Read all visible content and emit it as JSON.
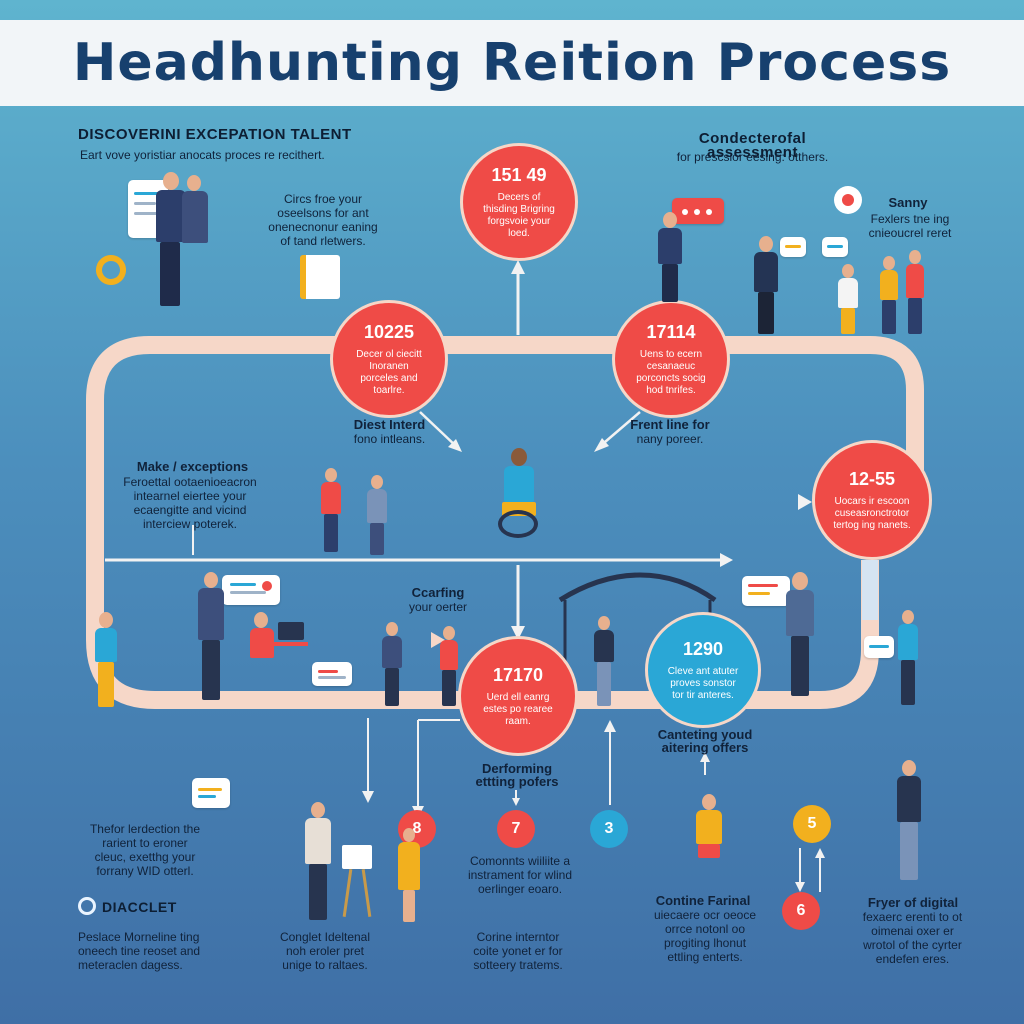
{
  "title": "Headhunting Reition Process",
  "sections": {
    "top_left_heading": "DISCOVERINI EXCEPATION TALENT",
    "top_left_sub": "Eart vove yoristiar anocats proces re recithert.",
    "top_right_heading": "Condecterofal assessment",
    "top_right_sub": "for prescsior eesing: otthers.",
    "circ_text": "Circs froe your oseelsons for ant onenecnonur eaning of tand rletwers.",
    "sanny_title": "Sanny",
    "sanny_text": "Fexlers tne ing cnieoucrel reret",
    "make_exceptions_title": "Make / exceptions",
    "make_exceptions_text": "Feroettal ootaenioeacron intearnel eiertee your ecaengitte and vicind interciew poterek.",
    "dist_interd": "Diest Interd",
    "dist_interd_sub": "fono intleans.",
    "frent_title": "Frent line for",
    "frent_sub": "nany poreer.",
    "crafting_title": "Ccarfing",
    "crafting_sub": "your oerter",
    "performing_title": "Derforming",
    "performing_sub": "ettting pofers",
    "canting_title": "Canteting youd",
    "canting_sub": "aitering offers",
    "thefor_text": "Thefor lerdection the rarient to eroner cleuc, exetthg your forrany WID otterl.",
    "diacclet_title": "DIACCLET",
    "diacclet_text": "Peslace Morneline ting oneech tine reoset and meteraclen dagess.",
    "congilet_text": "Conglet Ideltenal noh eroler pret unige to raltaes.",
    "comonts_text": "Comonnts wiiliite a instrament for wlind oerlinger eoaro.",
    "corine_text": "Corine interntor coite yonet er for sotteery tratems.",
    "contine_title": "Contine Farinal",
    "contine_text": "uiecaere ocr oeoce orrce notonl oo progiting lhonut ettling enterts.",
    "fryer_title": "Fryer of digital",
    "fryer_text": "fexaerc erenti to ot oimenai oxer er wrotol of the cyrter endefen eres."
  },
  "circles": [
    {
      "num": "151 49",
      "desc": "Decers of thisding Brigring forgsvoie your loed.",
      "color": "red"
    },
    {
      "num": "10225",
      "desc": "Decer ol ciecitt Inoranen porceles and toarlre.",
      "color": "red"
    },
    {
      "num": "17114",
      "desc": "Uens to ecern cesanaeuc porconcts socig hod tnrifes.",
      "color": "red"
    },
    {
      "num": "12-55",
      "desc": "Uocars ir escoon cuseasronctrotor tertog ing nanets.",
      "color": "red"
    },
    {
      "num": "17170",
      "desc": "Uerd ell eanrg estes po rearee raam.",
      "color": "red"
    },
    {
      "num": "1290",
      "desc": "Cleve ant atuter proves sonstor tor tir anteres.",
      "color": "blue"
    }
  ],
  "badges": [
    {
      "label": "8",
      "color": "#ef4b47"
    },
    {
      "label": "7",
      "color": "#ef4b47"
    },
    {
      "label": "3",
      "color": "#2aa7d6"
    },
    {
      "label": "5",
      "color": "#f2b01e"
    },
    {
      "label": "6",
      "color": "#ef4b47"
    }
  ],
  "colors": {
    "accent_red": "#ef4b47",
    "accent_blue": "#2aa7d6",
    "track": "#f6d7c8",
    "title": "#17406e"
  }
}
